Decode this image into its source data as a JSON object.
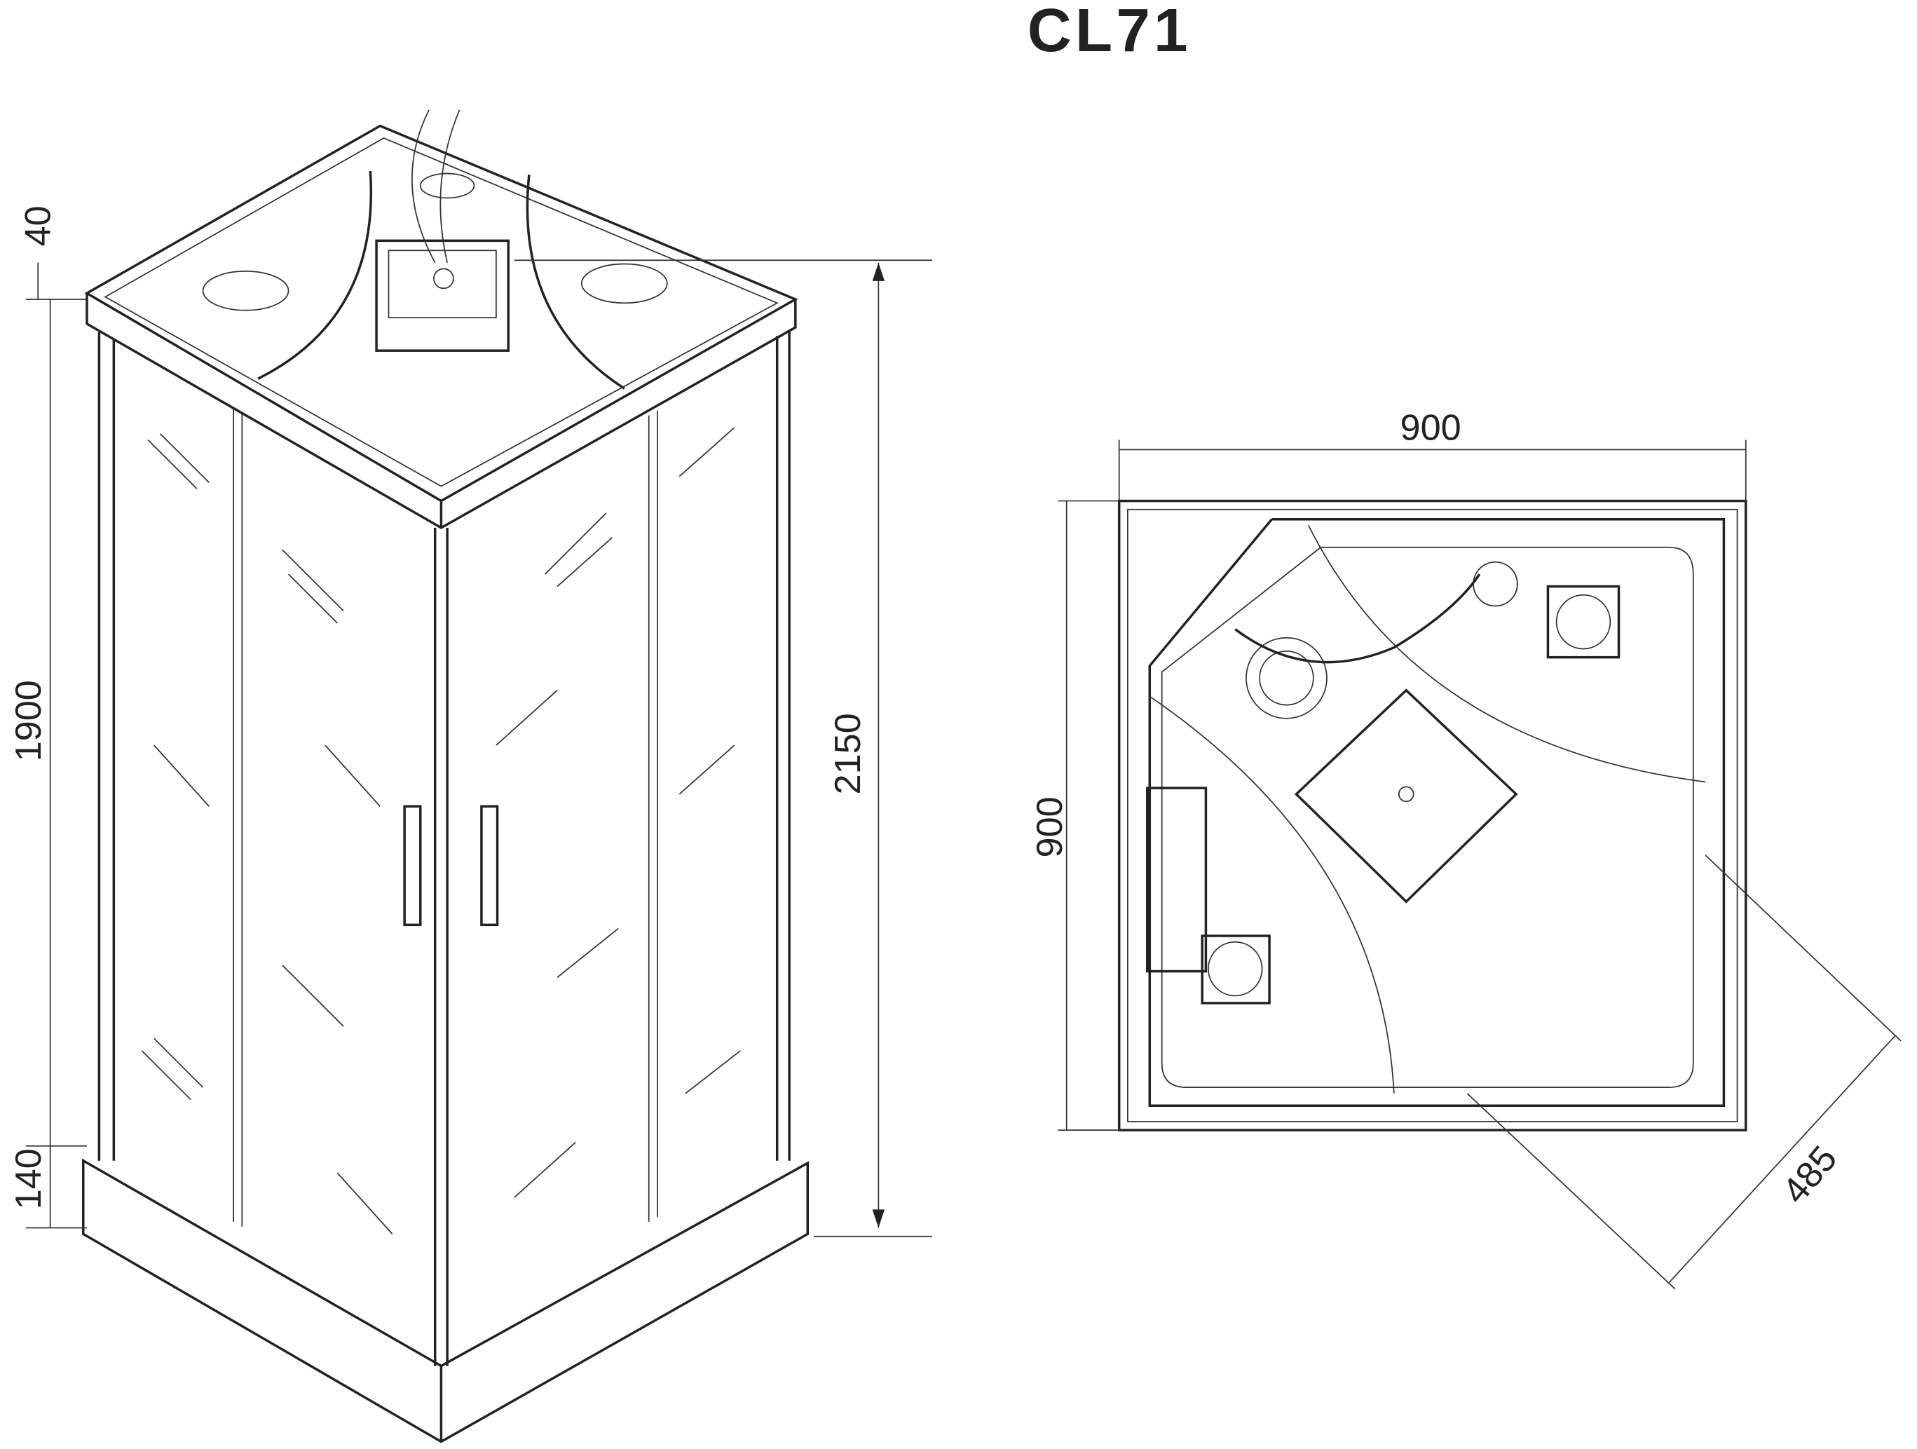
{
  "title": "CL71",
  "elevation_view": {
    "dimensions": {
      "roof": "40",
      "walls": "1900",
      "tray": "140",
      "total_height": "2150"
    }
  },
  "plan_view": {
    "dimensions": {
      "width": "900",
      "depth": "900",
      "door_diagonal": "485"
    }
  },
  "colors": {
    "line": "#222222",
    "background": "#ffffff"
  }
}
